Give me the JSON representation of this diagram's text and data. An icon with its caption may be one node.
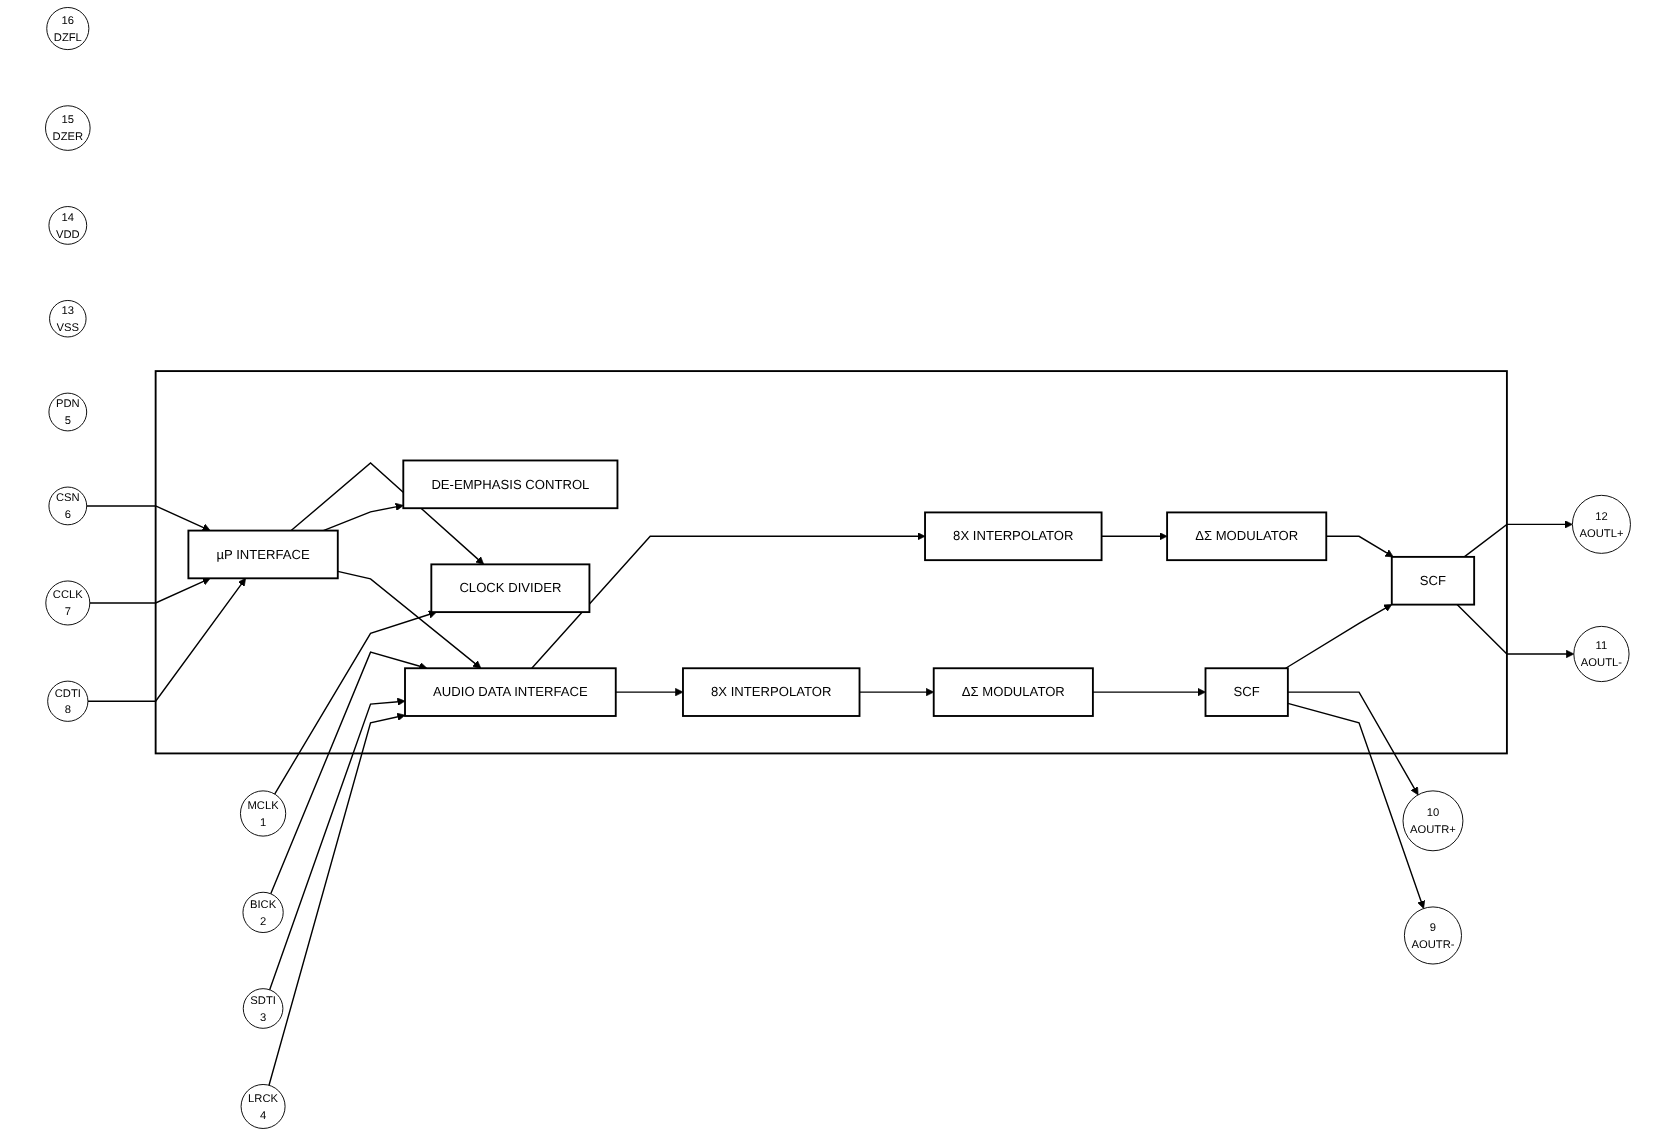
{
  "diagram": {
    "nodes": [
      {
        "text": [],
        "shape": "box"
      },
      {
        "text": [
          "MCLK",
          "1"
        ]
      },
      {
        "text": [
          "CLOCK DIVIDER"
        ],
        "in": 0
      },
      {
        "text": [
          "16",
          "DZFL"
        ]
      },
      {
        "text": [
          "15",
          "DZER"
        ]
      },
      {
        "text": [
          "DE-EMPHASIS CONTROL"
        ],
        "in": 0
      },
      {
        "text": [
          "14",
          "VDD"
        ]
      },
      {
        "text": [
          "13",
          "VSS"
        ]
      },
      {
        "text": [
          "BICK",
          "2"
        ]
      },
      {
        "text": [
          "AUDIO DATA INTERFACE"
        ],
        "in": 0
      },
      {
        "text": [
          "8X INTERPOLATOR"
        ],
        "in": 0
      },
      {
        "text": [
          "ΔΣ MODULATOR"
        ],
        "in": 0
      },
      {
        "text": [
          "SCF"
        ],
        "in": 0
      },
      {
        "text": [
          "12",
          "AOUTL+"
        ]
      },
      {
        "text": [
          "SDTI",
          "3"
        ]
      },
      {
        "text": [
          "11",
          "AOUTL-"
        ]
      },
      {
        "text": [
          "LRCK",
          "4"
        ]
      },
      {
        "text": [
          "8X INTERPOLATOR"
        ],
        "in": 0
      },
      {
        "text": [
          "ΔΣ MODULATOR"
        ],
        "in": 0
      },
      {
        "text": [
          "SCF"
        ],
        "in": 0
      },
      {
        "text": [
          "10",
          "AOUTR+"
        ]
      },
      {
        "text": [
          "PDN",
          "5"
        ]
      },
      {
        "text": [
          "9",
          "AOUTR-"
        ]
      },
      {
        "text": [
          "CSN",
          "6"
        ]
      },
      {
        "text": [
          "µP INTERFACE"
        ],
        "in": 0
      },
      {
        "text": [
          "CCLK",
          "7"
        ]
      },
      {
        "text": [
          "CDTI",
          "8"
        ]
      }
    ],
    "edges": [
      {
        "from": 1,
        "to": 2,
        "arrow": "to"
      },
      {
        "from": 24,
        "to": 2,
        "arrow": "to"
      },
      {
        "from": 24,
        "to": 5,
        "arrow": "to"
      },
      {
        "from": 8,
        "to": 9,
        "arrow": "to"
      },
      {
        "from": 14,
        "to": 9,
        "arrow": "to"
      },
      {
        "from": 16,
        "to": 9,
        "arrow": "to"
      },
      {
        "from": 24,
        "to": 9,
        "arrow": "to"
      },
      {
        "from": 23,
        "to": 24,
        "arrow": "to"
      },
      {
        "from": 25,
        "to": 24,
        "arrow": "to"
      },
      {
        "from": 26,
        "to": 24,
        "arrow": "to"
      },
      {
        "from": 9,
        "to": 10,
        "arrow": "to"
      },
      {
        "from": 9,
        "to": 17,
        "arrow": "to"
      },
      {
        "from": 10,
        "to": 11,
        "arrow": "to"
      },
      {
        "from": 17,
        "to": 18,
        "arrow": "to"
      },
      {
        "from": 11,
        "to": 12,
        "arrow": "to"
      },
      {
        "from": 18,
        "to": 19,
        "arrow": "to"
      },
      {
        "from": 19,
        "to": 12,
        "arrow": "to"
      },
      {
        "from": 12,
        "to": 13,
        "arrow": "to"
      },
      {
        "from": 12,
        "to": 15,
        "arrow": "to"
      },
      {
        "from": 19,
        "to": 20,
        "arrow": "to"
      },
      {
        "from": 19,
        "to": 22,
        "arrow": "to"
      }
    ]
  }
}
